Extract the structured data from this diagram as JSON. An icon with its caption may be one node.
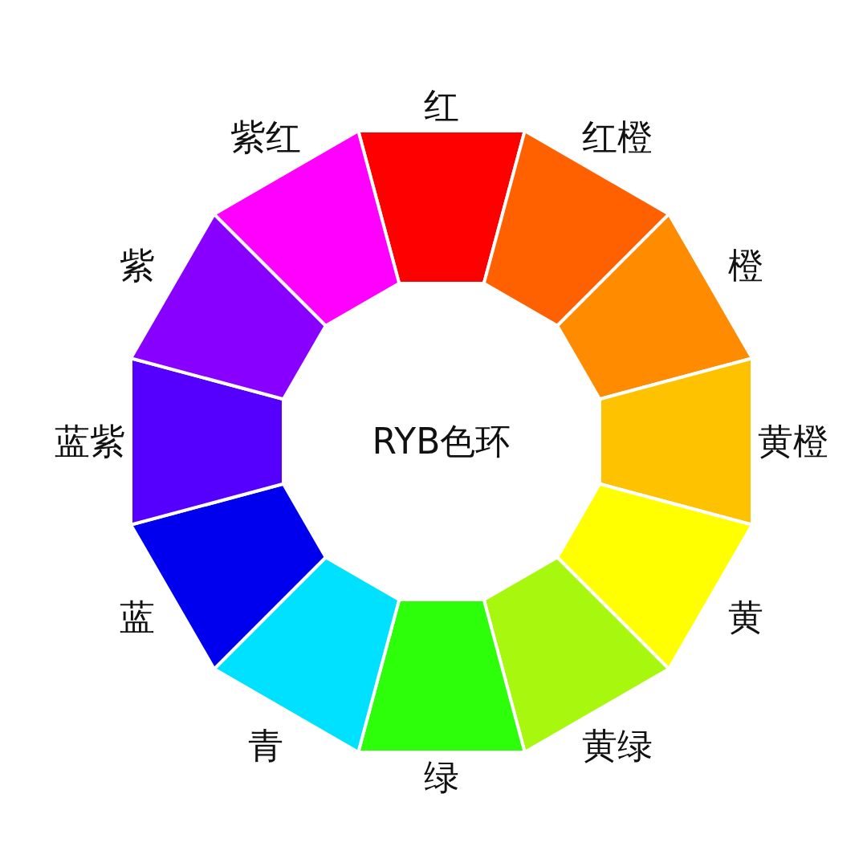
{
  "diagram": {
    "title": "RYB色环",
    "legend": [
      {
        "text": "红",
        "color": "#ff0000"
      },
      {
        "text": "红橙",
        "color": "#ff6000"
      },
      {
        "text": "橙",
        "color": "#ff8c00"
      },
      {
        "text": "黄橙",
        "color": "#ffc200"
      },
      {
        "text": "黄",
        "color": "#ffff00"
      },
      {
        "text": "黄绿",
        "color": "#a8f70e"
      },
      {
        "text": "绿",
        "color": "#2dff0a"
      },
      {
        "text": "青",
        "color": "#00e0ff"
      },
      {
        "text": "蓝",
        "color": "#0000ee"
      },
      {
        "text": "蓝紫",
        "color": "#5500ff"
      },
      {
        "text": "紫",
        "color": "#8800ff"
      },
      {
        "text": "紫红",
        "color": "#ff00ff"
      }
    ]
  }
}
